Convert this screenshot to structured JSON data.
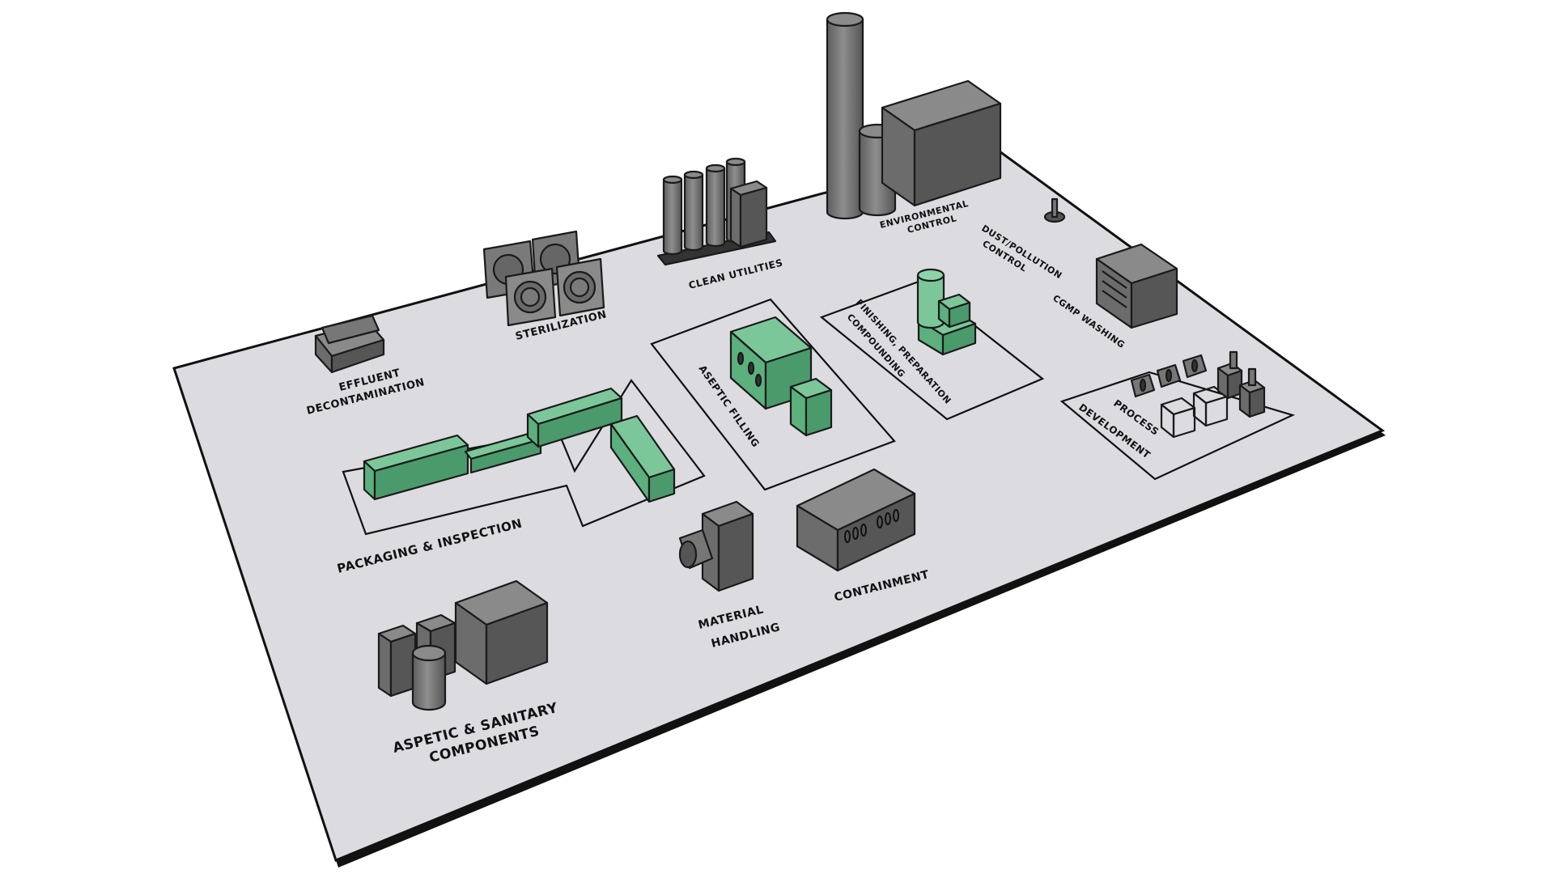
{
  "colors": {
    "floor": "#dcdbdf",
    "floor_edge": "#111111",
    "gray_top": "#8a8a8a",
    "gray_left": "#6c6c6c",
    "gray_right": "#565656",
    "green_top": "#7cc79a",
    "green_left": "#5bb07e",
    "green_right": "#4a9a6b"
  },
  "labels": {
    "effluent_l1": "EFFLUENT",
    "effluent_l2": "DECONTAMINATION",
    "sterilization": "STERILIZATION",
    "clean_utilities": "CLEAN UTILITIES",
    "env_l1": "ENVIRONMENTAL",
    "env_l2": "CONTROL",
    "dust_l1": "DUST/POLLUTION",
    "dust_l2": "CONTROL",
    "cgmp": "CGMP WASHING",
    "finishing_l1": "FINISHING, PREPARATION",
    "finishing_l2": "COMPOUNDING",
    "aseptic_filling": "ASEPTIC FILLING",
    "process_l1": "PROCESS",
    "process_l2": "DEVELOPMENT",
    "packaging": "PACKAGING & INSPECTION",
    "material_l1": "MATERIAL",
    "material_l2": "HANDLING",
    "containment": "CONTAINMENT",
    "aseptic_sanitary_l1": "ASPETIC & SANITARY",
    "aseptic_sanitary_l2": "COMPONENTS"
  }
}
